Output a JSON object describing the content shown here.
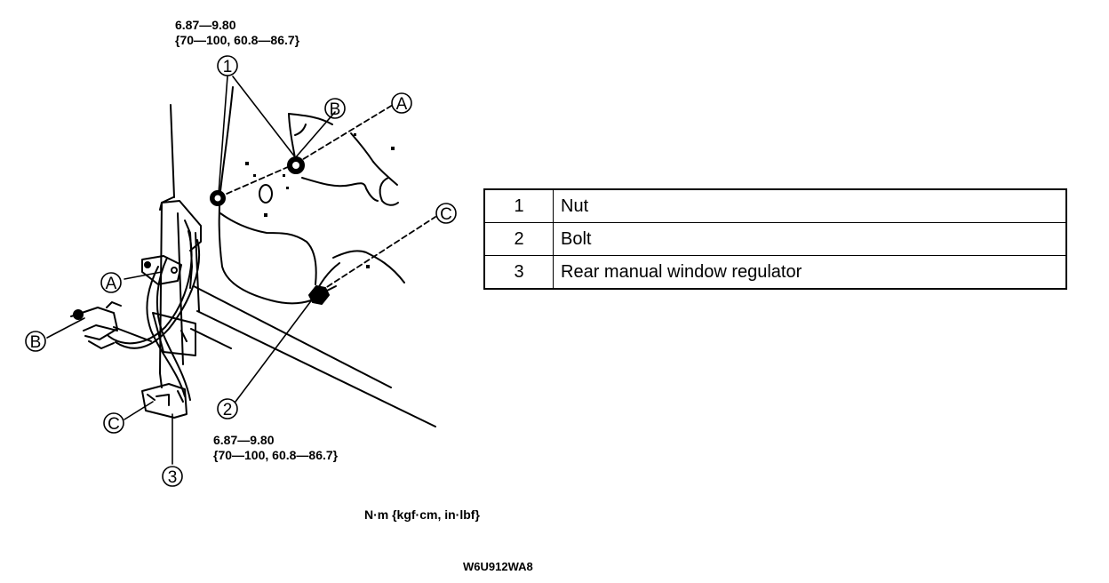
{
  "torque_specs": {
    "top": {
      "line1": "6.87—9.80",
      "line2": "{70—100, 60.8—86.7}"
    },
    "bottom": {
      "line1": "6.87—9.80",
      "line2": "{70—100, 60.8—86.7}"
    }
  },
  "units_note": "N·m {kgf·cm, in·lbf}",
  "figure_code": "W6U912WA8",
  "callouts": {
    "one": "1",
    "two": "2",
    "three": "3",
    "a": "A",
    "b": "B",
    "c": "C"
  },
  "legend": [
    {
      "num": "1",
      "part": "Nut"
    },
    {
      "num": "2",
      "part": "Bolt"
    },
    {
      "num": "3",
      "part": "Rear manual window regulator"
    }
  ]
}
